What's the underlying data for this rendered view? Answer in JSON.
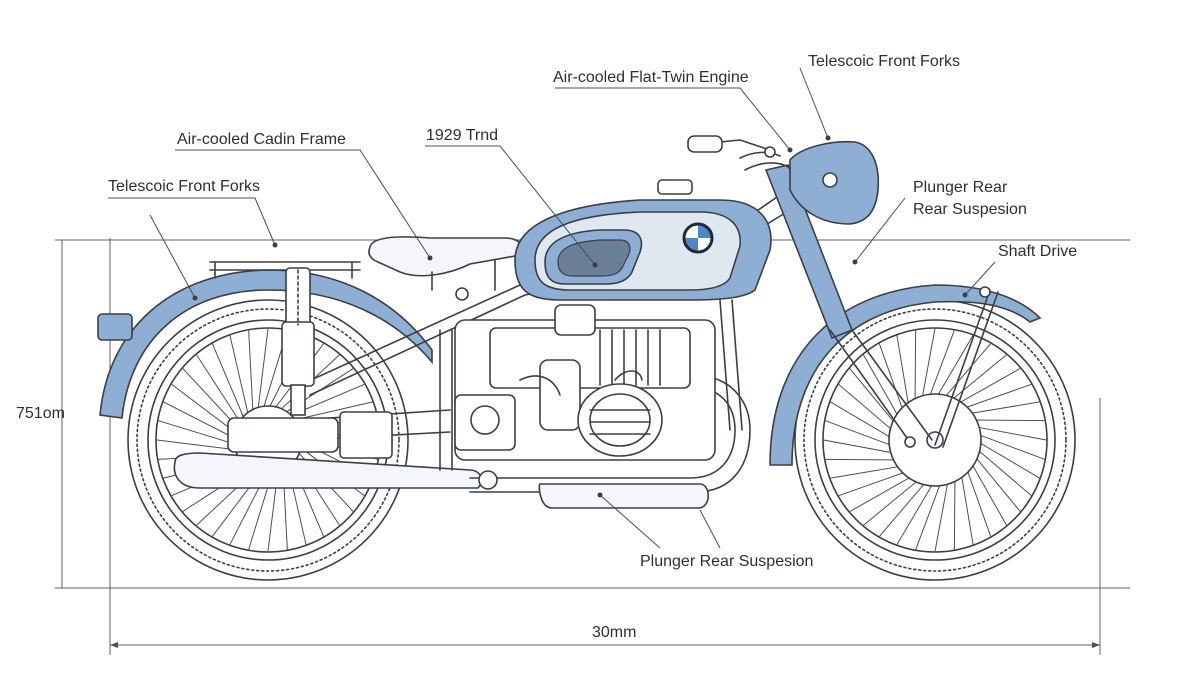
{
  "diagram": {
    "labels": [
      {
        "id": "engine-top",
        "text": "Air-cooled Flat-Twin Engine"
      },
      {
        "id": "forks-top",
        "text": "Telescoic Front Forks"
      },
      {
        "id": "frame",
        "text": "Air-cooled Cadin Frame"
      },
      {
        "id": "year",
        "text": "1929 Trnd"
      },
      {
        "id": "forks-left",
        "text": "Telescoic Front Forks"
      },
      {
        "id": "plunger-right-1",
        "text": "Plunger Rear"
      },
      {
        "id": "plunger-right-2",
        "text": "Rear Suspesion"
      },
      {
        "id": "shaft",
        "text": "Shaft Drive"
      },
      {
        "id": "plunger-bottom",
        "text": "Plunger Rear Suspesion"
      }
    ],
    "dimensions": {
      "height": "751om",
      "width": "30mm"
    },
    "colors": {
      "accent": "#8faed3",
      "ink": "#3a3f47"
    }
  }
}
